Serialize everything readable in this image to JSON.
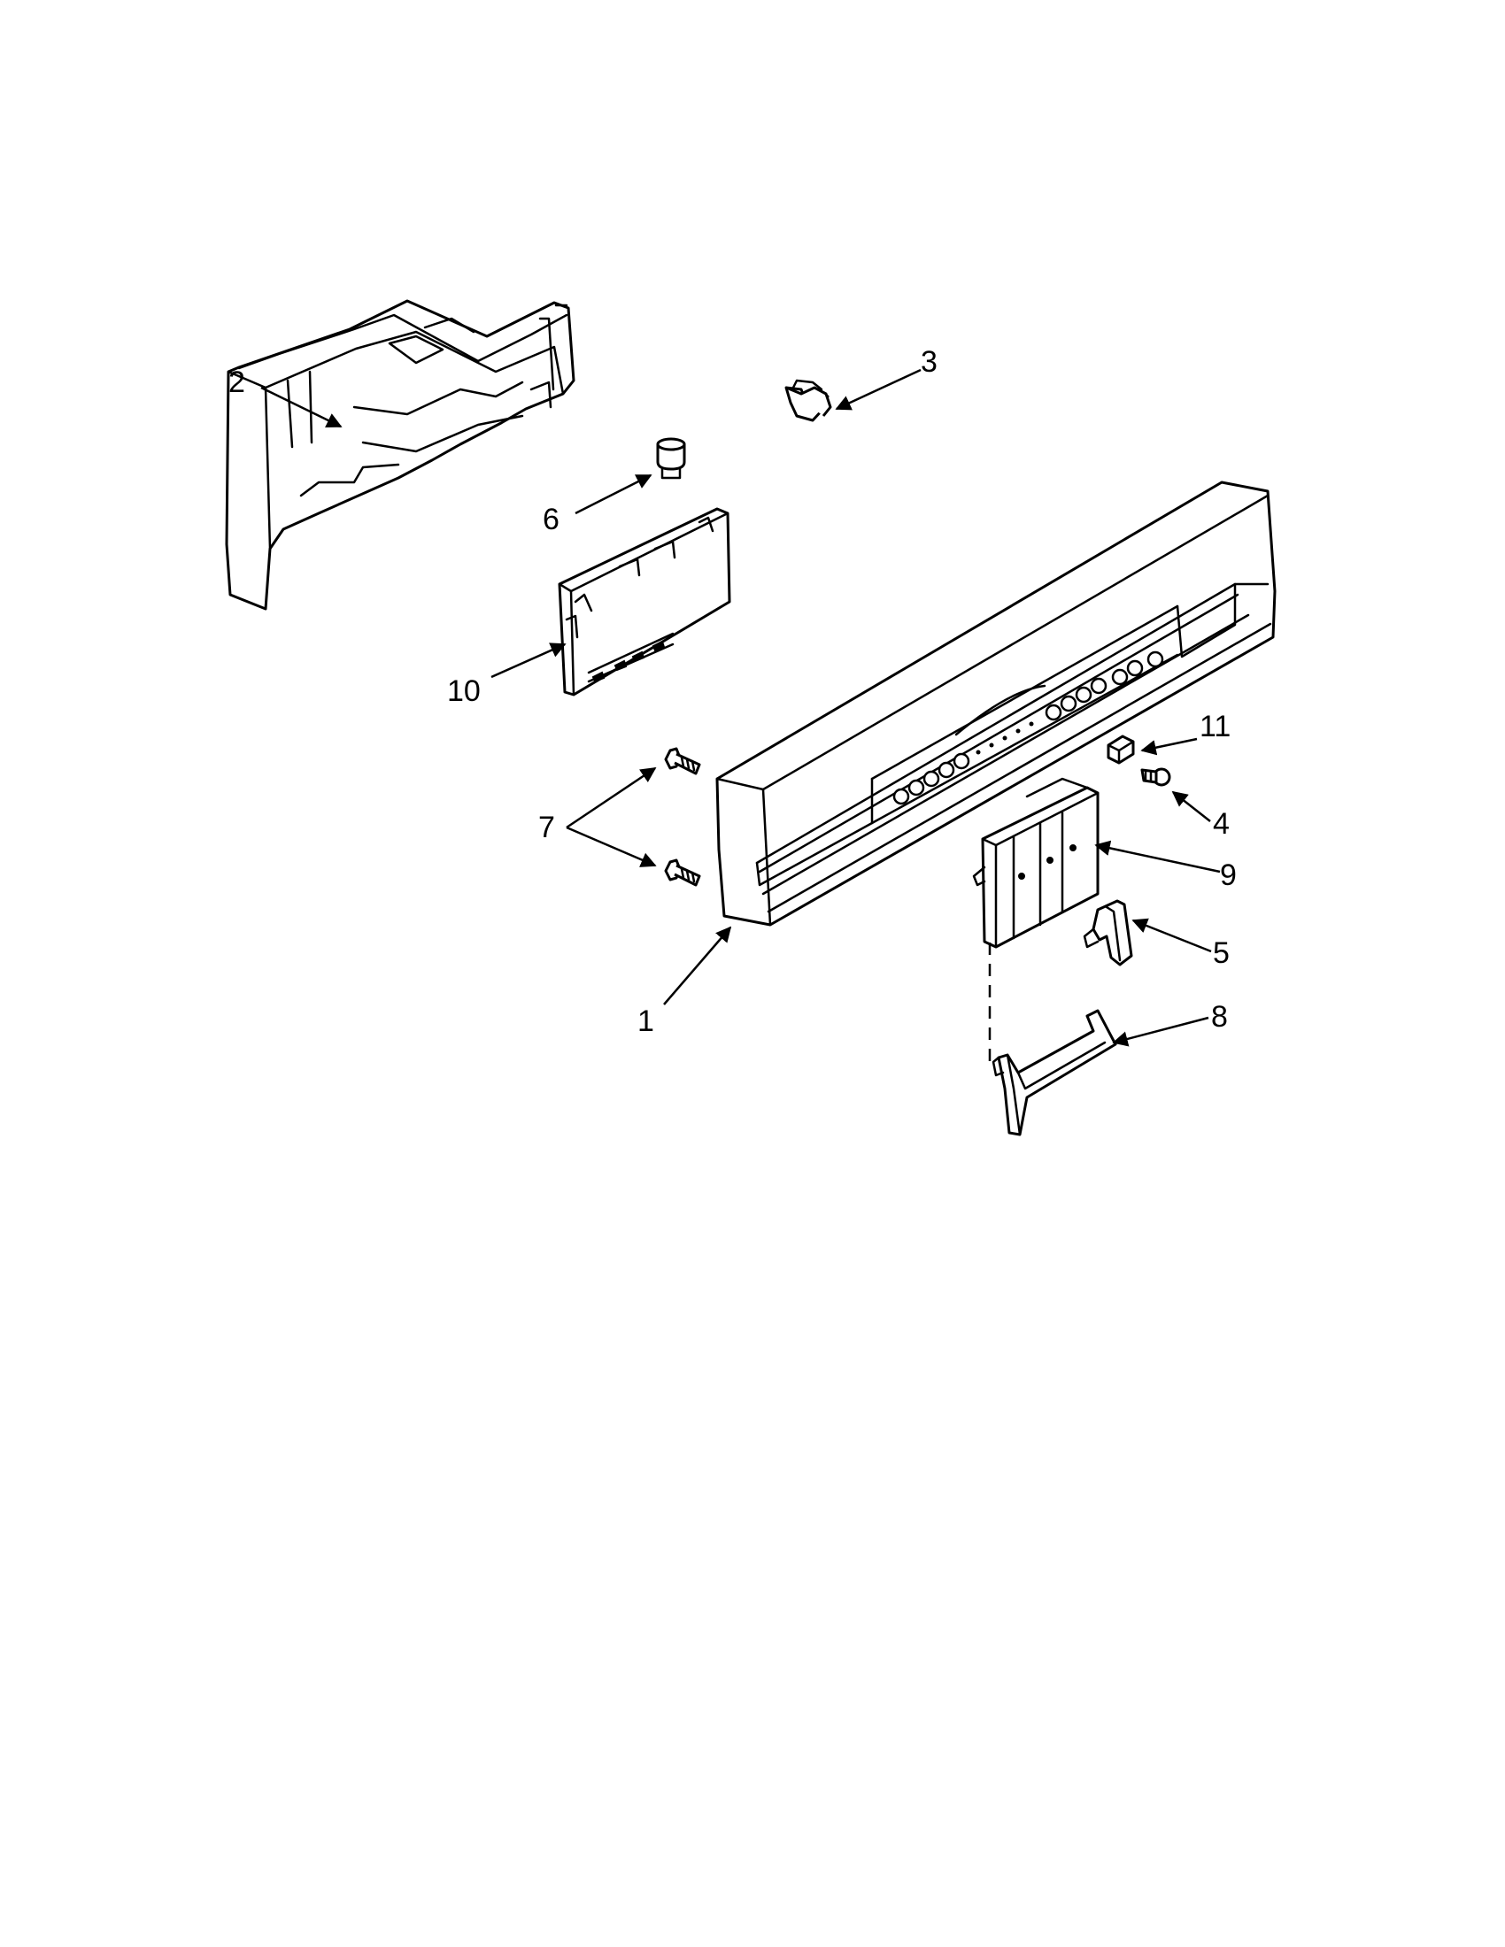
{
  "diagram": {
    "type": "exploded-parts-diagram",
    "callouts": [
      {
        "id": "1",
        "label": "1"
      },
      {
        "id": "2",
        "label": "2"
      },
      {
        "id": "3",
        "label": "3"
      },
      {
        "id": "4",
        "label": "4"
      },
      {
        "id": "5",
        "label": "5"
      },
      {
        "id": "6",
        "label": "6"
      },
      {
        "id": "7",
        "label": "7"
      },
      {
        "id": "8",
        "label": "8"
      },
      {
        "id": "9",
        "label": "9"
      },
      {
        "id": "10",
        "label": "10"
      },
      {
        "id": "11",
        "label": "11"
      }
    ]
  },
  "colors": {
    "line": "#000000",
    "background": "#ffffff"
  }
}
